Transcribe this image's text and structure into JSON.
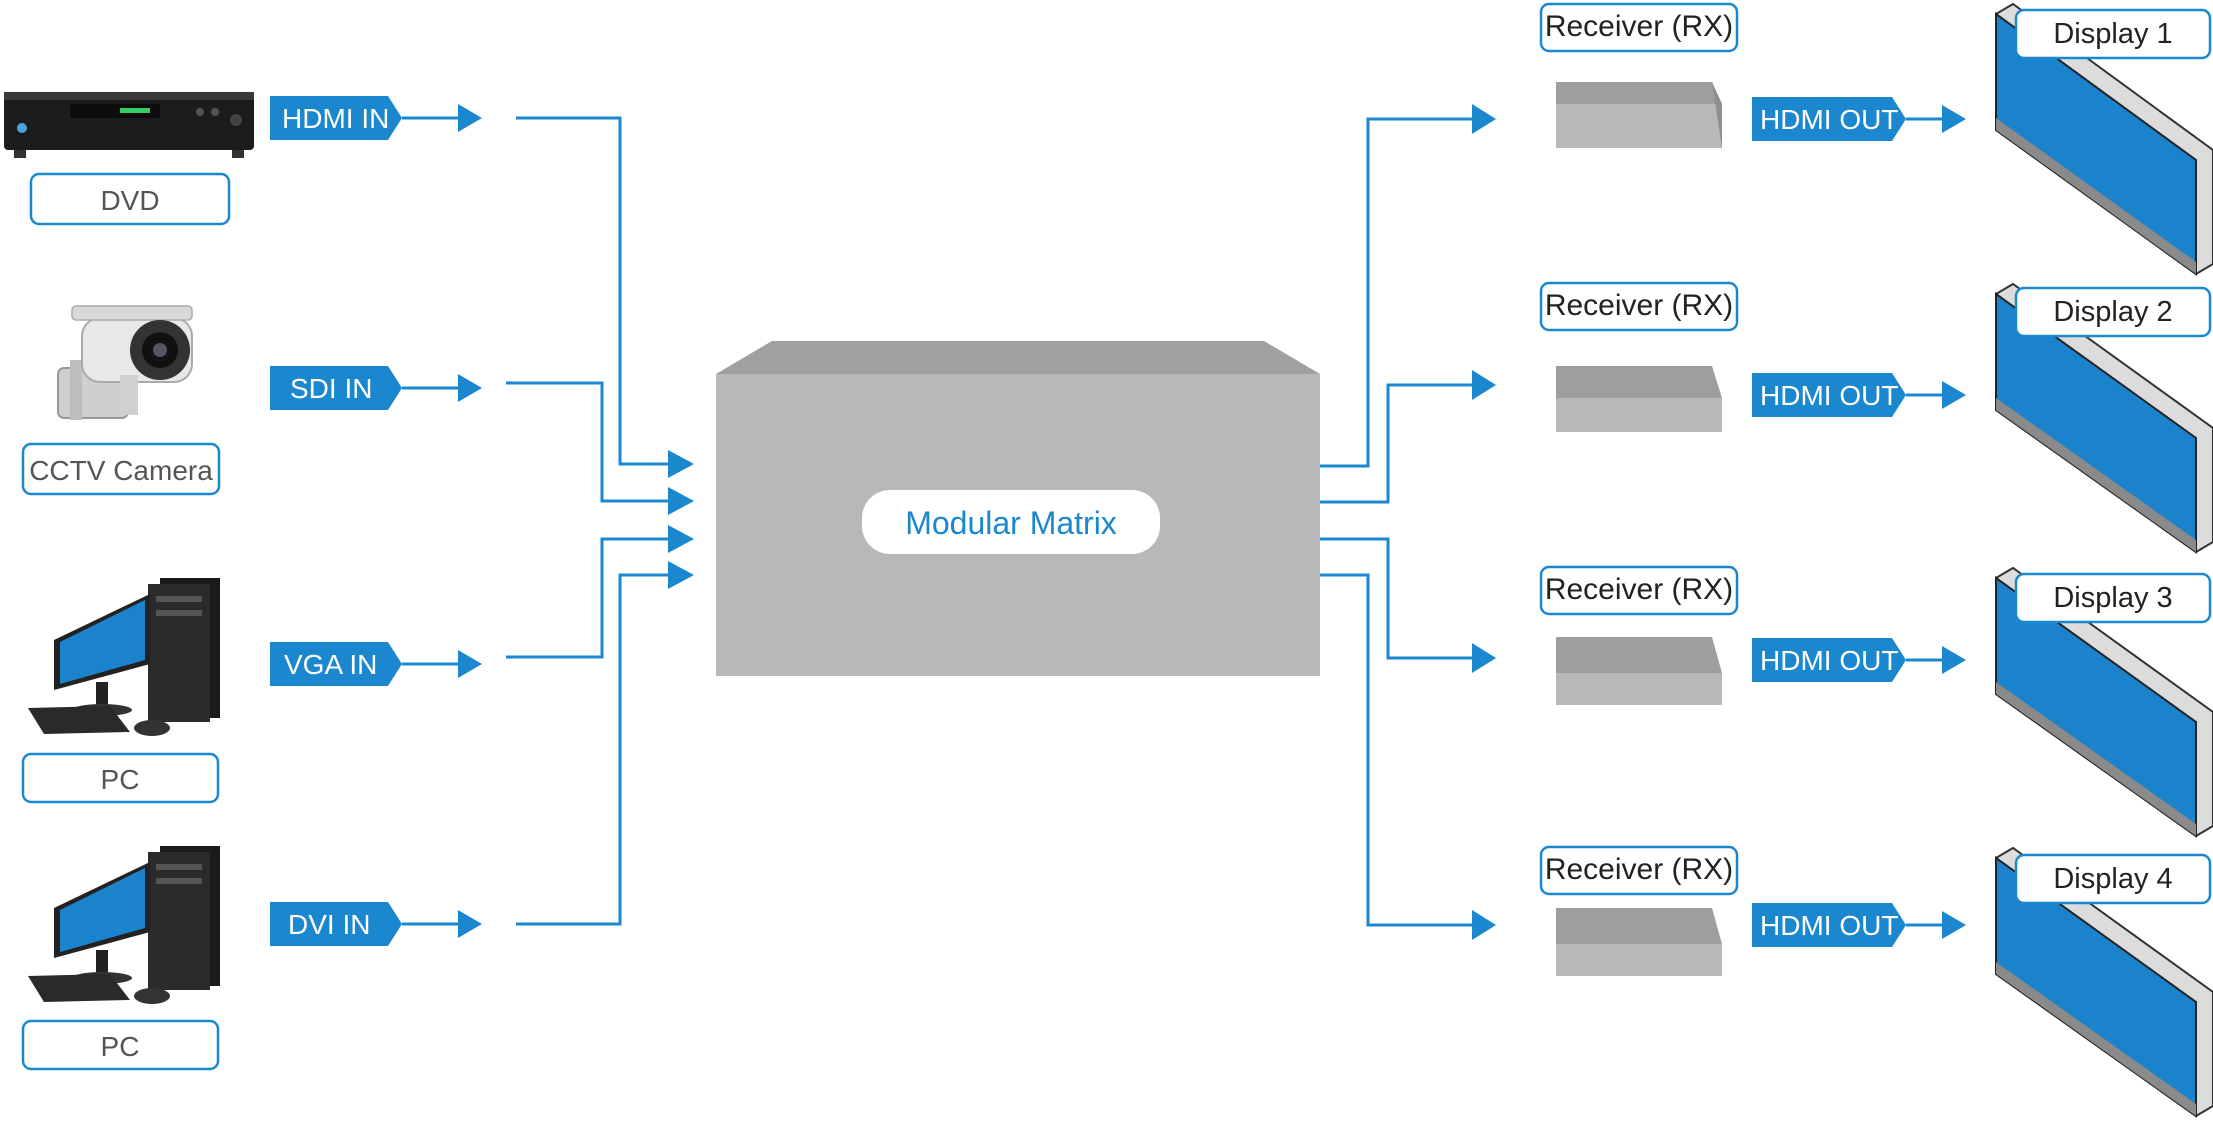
{
  "colors": {
    "accent": "#1a87cf",
    "device_gray": "#b8b8b8",
    "device_top": "#9e9e9e",
    "screen_blue": "#1b83cc"
  },
  "sources": [
    {
      "device": "dvd-player-icon",
      "label": "DVD",
      "port": "HDMI IN"
    },
    {
      "device": "cctv-camera-icon",
      "label": "CCTV Camera",
      "port": "SDI IN"
    },
    {
      "device": "desktop-pc-icon",
      "label": "PC",
      "port": "VGA IN"
    },
    {
      "device": "desktop-pc-icon",
      "label": "PC",
      "port": "DVI IN"
    }
  ],
  "matrix": {
    "label": "Modular Matrix"
  },
  "outputs": [
    {
      "receiver": "Receiver (RX)",
      "port": "HDMI OUT",
      "display": "Display 1"
    },
    {
      "receiver": "Receiver (RX)",
      "port": "HDMI OUT",
      "display": "Display 2"
    },
    {
      "receiver": "Receiver (RX)",
      "port": "HDMI OUT",
      "display": "Display 3"
    },
    {
      "receiver": "Receiver (RX)",
      "port": "HDMI OUT",
      "display": "Display 4"
    }
  ]
}
